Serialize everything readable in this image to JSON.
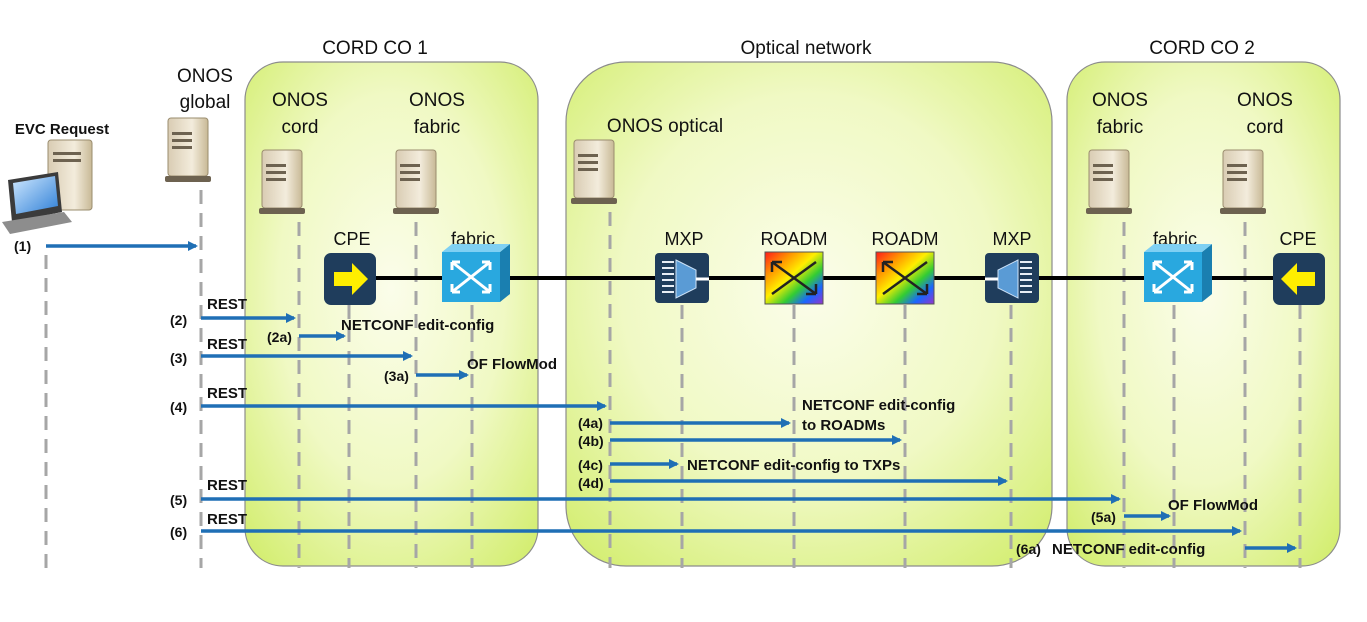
{
  "domains": {
    "co1": "CORD CO 1",
    "optical": "Optical network",
    "co2": "CORD CO 2"
  },
  "nodes": {
    "evc_request": "EVC Request",
    "onos_global_1": "ONOS",
    "onos_global_2": "global",
    "co1_cord_1": "ONOS",
    "co1_cord_2": "cord",
    "co1_fabric_1": "ONOS",
    "co1_fabric_2": "fabric",
    "onos_optical": "ONOS optical",
    "co2_fabric_1": "ONOS",
    "co2_fabric_2": "fabric",
    "co2_cord_1": "ONOS",
    "co2_cord_2": "cord"
  },
  "devices": {
    "cpe1": "CPE",
    "fabric1": "fabric",
    "mxp1": "MXP",
    "roadm1": "ROADM",
    "roadm2": "ROADM",
    "mxp2": "MXP",
    "fabric2": "fabric",
    "cpe2": "CPE"
  },
  "steps": {
    "s1": "(1)",
    "s2": "(2)",
    "s2a": "(2a)",
    "s3": "(3)",
    "s3a": "(3a)",
    "s4": "(4)",
    "s4a": "(4a)",
    "s4b": "(4b)",
    "s4c": "(4c)",
    "s4d": "(4d)",
    "s5": "(5)",
    "s5a": "(5a)",
    "s6": "(6)",
    "s6a": "(6a)"
  },
  "messages": {
    "rest2": "REST",
    "netconf_2a": "NETCONF edit-config",
    "rest3": "REST",
    "flowmod_3a": "OF FlowMod",
    "rest4": "REST",
    "netconf_4a_1": "NETCONF edit-config",
    "netconf_4a_2": "to ROADMs",
    "netconf_4c": "NETCONF edit-config to TXPs",
    "rest5": "REST",
    "flowmod_5a": "OF FlowMod",
    "rest6": "REST",
    "netconf_6a": "NETCONF edit-config"
  },
  "colors": {
    "domain_fill_light": "#fafde8",
    "domain_fill_dark": "#d7ef7a",
    "domain_stroke": "#8c8c8c",
    "arrow": "#1f6fb5",
    "lifeline": "#a6a6a6",
    "device_navy": "#1f3d5c",
    "device_cyan": "#29a8df",
    "cpe_arrow": "#ffee00"
  }
}
